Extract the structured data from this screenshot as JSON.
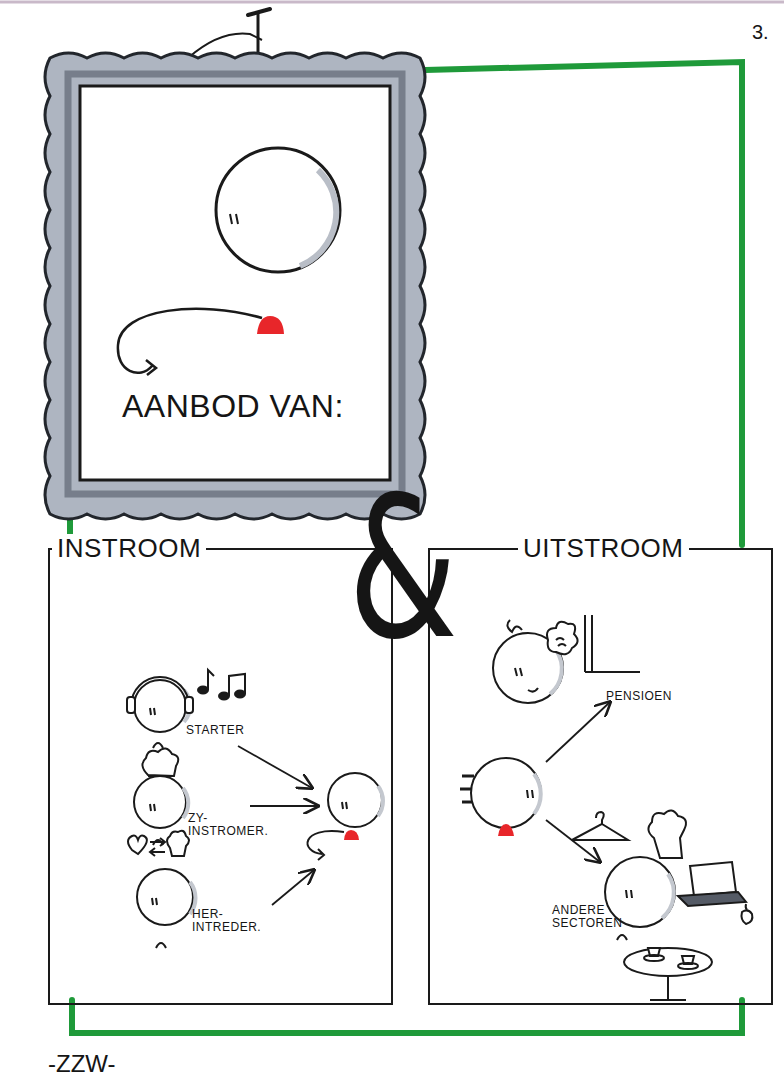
{
  "diagram": {
    "nodes": [
      {
        "text": [
          "AANBOD VAN:"
        ]
      },
      {
        "text": [
          "INSTROOM"
        ]
      },
      {
        "text": [
          "STARTER"
        ],
        "in": 1
      },
      {
        "text": [
          "ZY- INSTROMER."
        ],
        "in": 1
      },
      {
        "text": [
          "HER- INTREDER."
        ],
        "in": 1
      },
      {
        "text": [
          "UITSTROOM"
        ]
      },
      {
        "text": [
          "PENSIOEN"
        ],
        "in": 5
      },
      {
        "text": [
          "ANDERE SECTOREN"
        ],
        "in": 5
      }
    ],
    "labels": [
      "3.",
      "&",
      "-ZZW-"
    ]
  }
}
